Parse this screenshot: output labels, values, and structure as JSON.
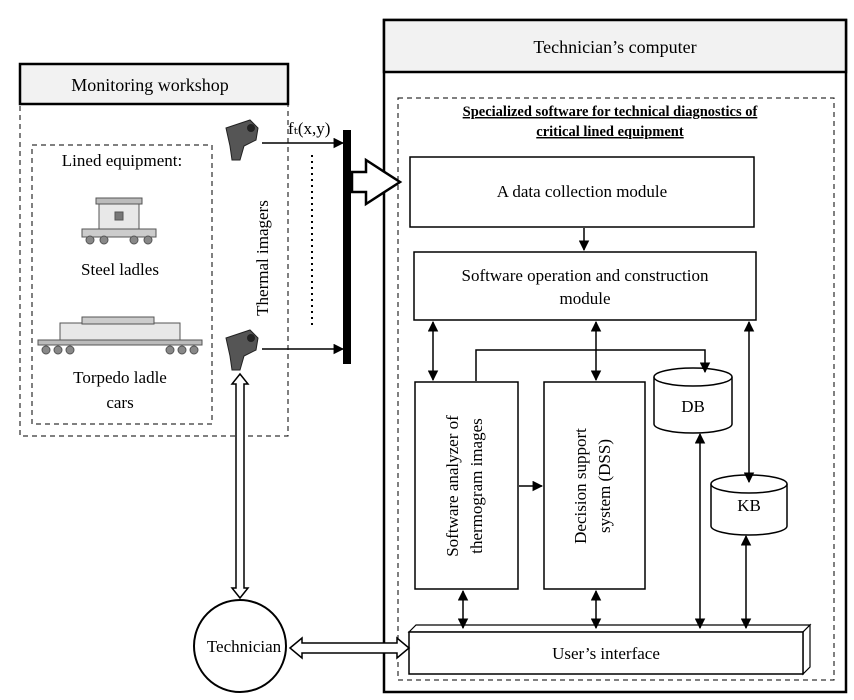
{
  "technician_computer": {
    "title": "Technician’s computer"
  },
  "monitoring_workshop": {
    "title": "Monitoring workshop"
  },
  "lined_equipment": {
    "title": "Lined equipment:",
    "items": [
      "Steel ladles",
      "Torpedo ladle cars"
    ]
  },
  "torpedo_lines": [
    "Torpedo ladle",
    "cars"
  ],
  "thermal_imagers": {
    "label": "Thermal imagers",
    "signal": "fₜ(x,y)"
  },
  "software": {
    "title_lines": [
      "Specialized software for technical diagnostics of",
      "critical lined equipment"
    ],
    "data_collection": "A data collection module",
    "operation_lines": [
      "Software operation and construction",
      "module"
    ],
    "analyzer_lines": [
      "Software analyzer of",
      "thermogram images"
    ],
    "dss_lines": [
      "Decision support",
      "system (DSS)"
    ],
    "db": "DB",
    "kb": "KB",
    "user_interface": "User’s interface"
  },
  "technician": "Technician"
}
